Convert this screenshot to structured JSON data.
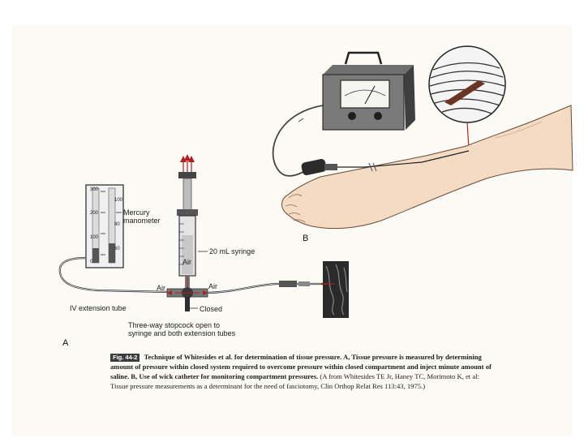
{
  "figure": {
    "labels": {
      "mercury_manometer": "Mercury\nmanometer",
      "syringe": "20 mL syringe",
      "air_syringe": "Air",
      "air_left": "Air",
      "air_right": "Air",
      "iv_tube": "IV extension tube",
      "closed": "Closed",
      "stopcock": "Three-way stopcock open to\nsyringe and both extension tubes",
      "panel_a": "A",
      "panel_b": "B"
    },
    "manometer_scale": [
      "300",
      "200",
      "100",
      "0"
    ],
    "manometer_scale_right": [
      "100",
      "80",
      "60"
    ]
  },
  "caption": {
    "fig_label": "Fig. 44-2",
    "bold_part": "Technique of Whitesides et al. for determination of tissue pressure. A, Tissue pressure is measured by determining amount of pressure within closed system required to overcome pressure within closed compartment and inject minute amount of saline. B, Use of wick catheter for monitoring compartment pressures.",
    "source_part": "(A from Whitesides TE Jr, Haney TC, Morimoto K, et al: Tissue pressure measurements as a determinant for the need of fasciotomy, Clin Orthop Relat Res 113:43, 1975.)"
  }
}
